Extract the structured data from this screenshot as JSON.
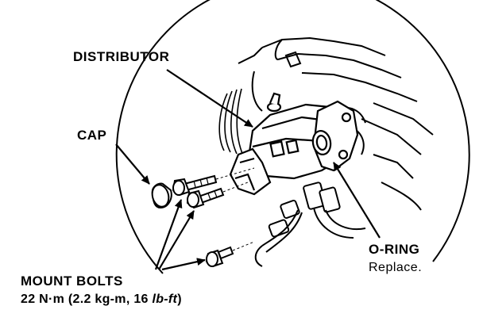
{
  "labels": {
    "distributor": "DISTRIBUTOR",
    "cap": "CAP",
    "o_ring": "O-RING",
    "o_ring_note": "Replace.",
    "mount_bolts": "MOUNT BOLTS",
    "torque_prefix": "22 N·m (2.2 kg-m, 16 ",
    "torque_unit": "lb-ft",
    "torque_suffix": ")"
  },
  "colors": {
    "ink": "#000000",
    "paper": "#ffffff"
  }
}
